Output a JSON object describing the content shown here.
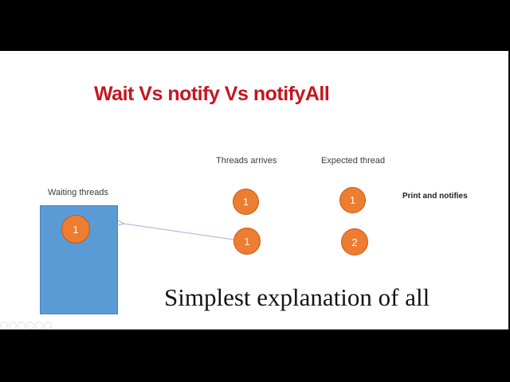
{
  "slide": {
    "title": "Wait Vs notify Vs notifyAll",
    "labels": {
      "waiting_threads": "Waiting threads",
      "threads_arrives": "Threads arrives",
      "expected_thread": "Expected thread",
      "print_and_notifies": "Print and notifies"
    },
    "caption": "Simplest explanation of all",
    "waiting_box_threads": [
      {
        "label": "1"
      }
    ],
    "arriving_threads": [
      {
        "label": "1"
      },
      {
        "label": "1"
      }
    ],
    "expected_threads": [
      {
        "label": "1"
      },
      {
        "label": "2"
      }
    ],
    "colors": {
      "title-red": "#c4161f",
      "circle-orange": "#ed7d31",
      "circle-border": "#c55a11",
      "box-blue": "#5b9bd5",
      "box-border": "#4a7ebb",
      "arrow": "#aec3de"
    }
  },
  "player": {
    "watermark_icon_count": "6"
  }
}
